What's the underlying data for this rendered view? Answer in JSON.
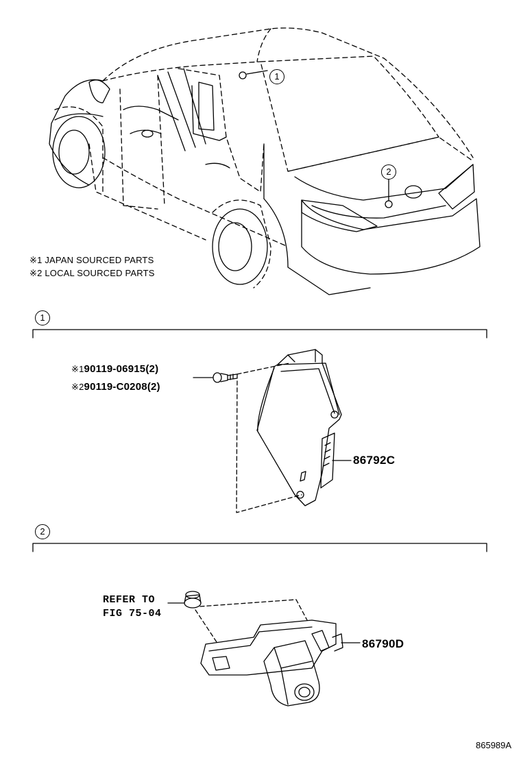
{
  "notes": {
    "japan": "※1 JAPAN SOURCED PARTS",
    "local": "※2 LOCAL SOURCED PARTS"
  },
  "overview_callouts": [
    "1",
    "2"
  ],
  "sections": [
    {
      "id": "1",
      "parts": [
        {
          "prefix": "※1",
          "number": "90119-06915",
          "qty": "(2)"
        },
        {
          "prefix": "※2",
          "number": "90119-C0208",
          "qty": "(2)"
        },
        {
          "number": "86792C"
        }
      ]
    },
    {
      "id": "2",
      "refer": {
        "line1": "REFER TO",
        "line2": "FIG 75-04"
      },
      "parts": [
        {
          "number": "86790D"
        }
      ]
    }
  ],
  "diagram_number": "865989A"
}
